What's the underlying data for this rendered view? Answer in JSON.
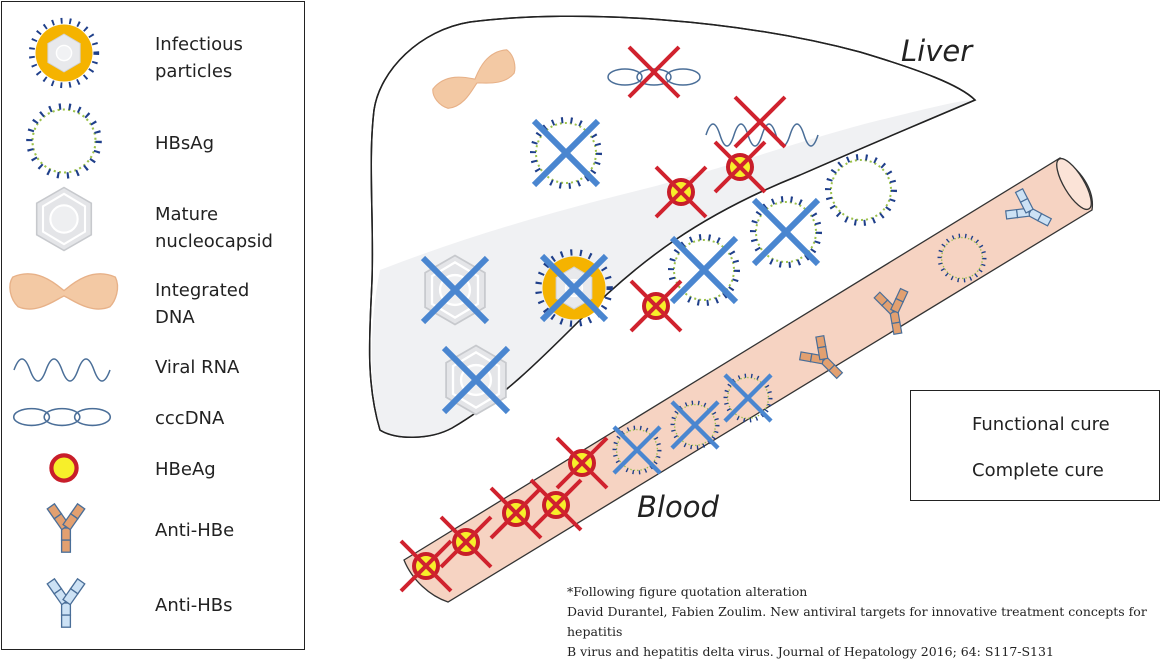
{
  "legend": {
    "items": [
      {
        "key": "infectious",
        "label_lines": [
          "Infectious",
          "particles"
        ],
        "icon": "infectious-particle-icon"
      },
      {
        "key": "hbsag",
        "label_lines": [
          "HBsAg"
        ],
        "icon": "hbsag-icon"
      },
      {
        "key": "nucleocapsid",
        "label_lines": [
          "Mature",
          "nucleocapsid"
        ],
        "icon": "nucleocapsid-icon"
      },
      {
        "key": "integrated_dna",
        "label_lines": [
          "Integrated",
          "DNA"
        ],
        "icon": "integrated-dna-icon"
      },
      {
        "key": "viral_rna",
        "label_lines": [
          "Viral RNA"
        ],
        "icon": "viral-rna-icon"
      },
      {
        "key": "cccdna",
        "label_lines": [
          "cccDNA"
        ],
        "icon": "cccdna-icon"
      },
      {
        "key": "hbeag",
        "label_lines": [
          "HBeAg"
        ],
        "icon": "hbeag-icon"
      },
      {
        "key": "anti_hbe",
        "label_lines": [
          "Anti-HBe"
        ],
        "icon": "anti-hbe-icon"
      },
      {
        "key": "anti_hbs",
        "label_lines": [
          "Anti-HBs"
        ],
        "icon": "anti-hbs-icon"
      }
    ]
  },
  "regions": {
    "liver": "Liver",
    "blood": "Blood"
  },
  "cure_legend": {
    "functional": "Functional cure",
    "complete": "Complete cure"
  },
  "citation": {
    "note": "*Following  figure quotation alteration",
    "line1": "David Durantel, Fabien Zoulim. New antiviral targets for innovative treatment concepts for hepatitis",
    "line2": "B virus and hepatitis delta virus. Journal of Hepatology 2016; 64: S117-S131"
  },
  "colors": {
    "functional_cross": "#4a86d0",
    "complete_cross": "#d0222e",
    "particle_gold": "#f5b300",
    "hbsag_spike": "#1f3f8a",
    "hbsag_dot": "#9cc24a",
    "hbeag_fill": "#f7ef2a",
    "hbeag_ring": "#c81e2a",
    "dna_fill": "#f3c9a4",
    "vessel_fill": "#f6d3c2",
    "liver_fill": "#f0f1f3",
    "anti_hbe": "#e2a070",
    "anti_hbs": "#cde2f5",
    "antibody_stroke": "#4a6e98"
  }
}
